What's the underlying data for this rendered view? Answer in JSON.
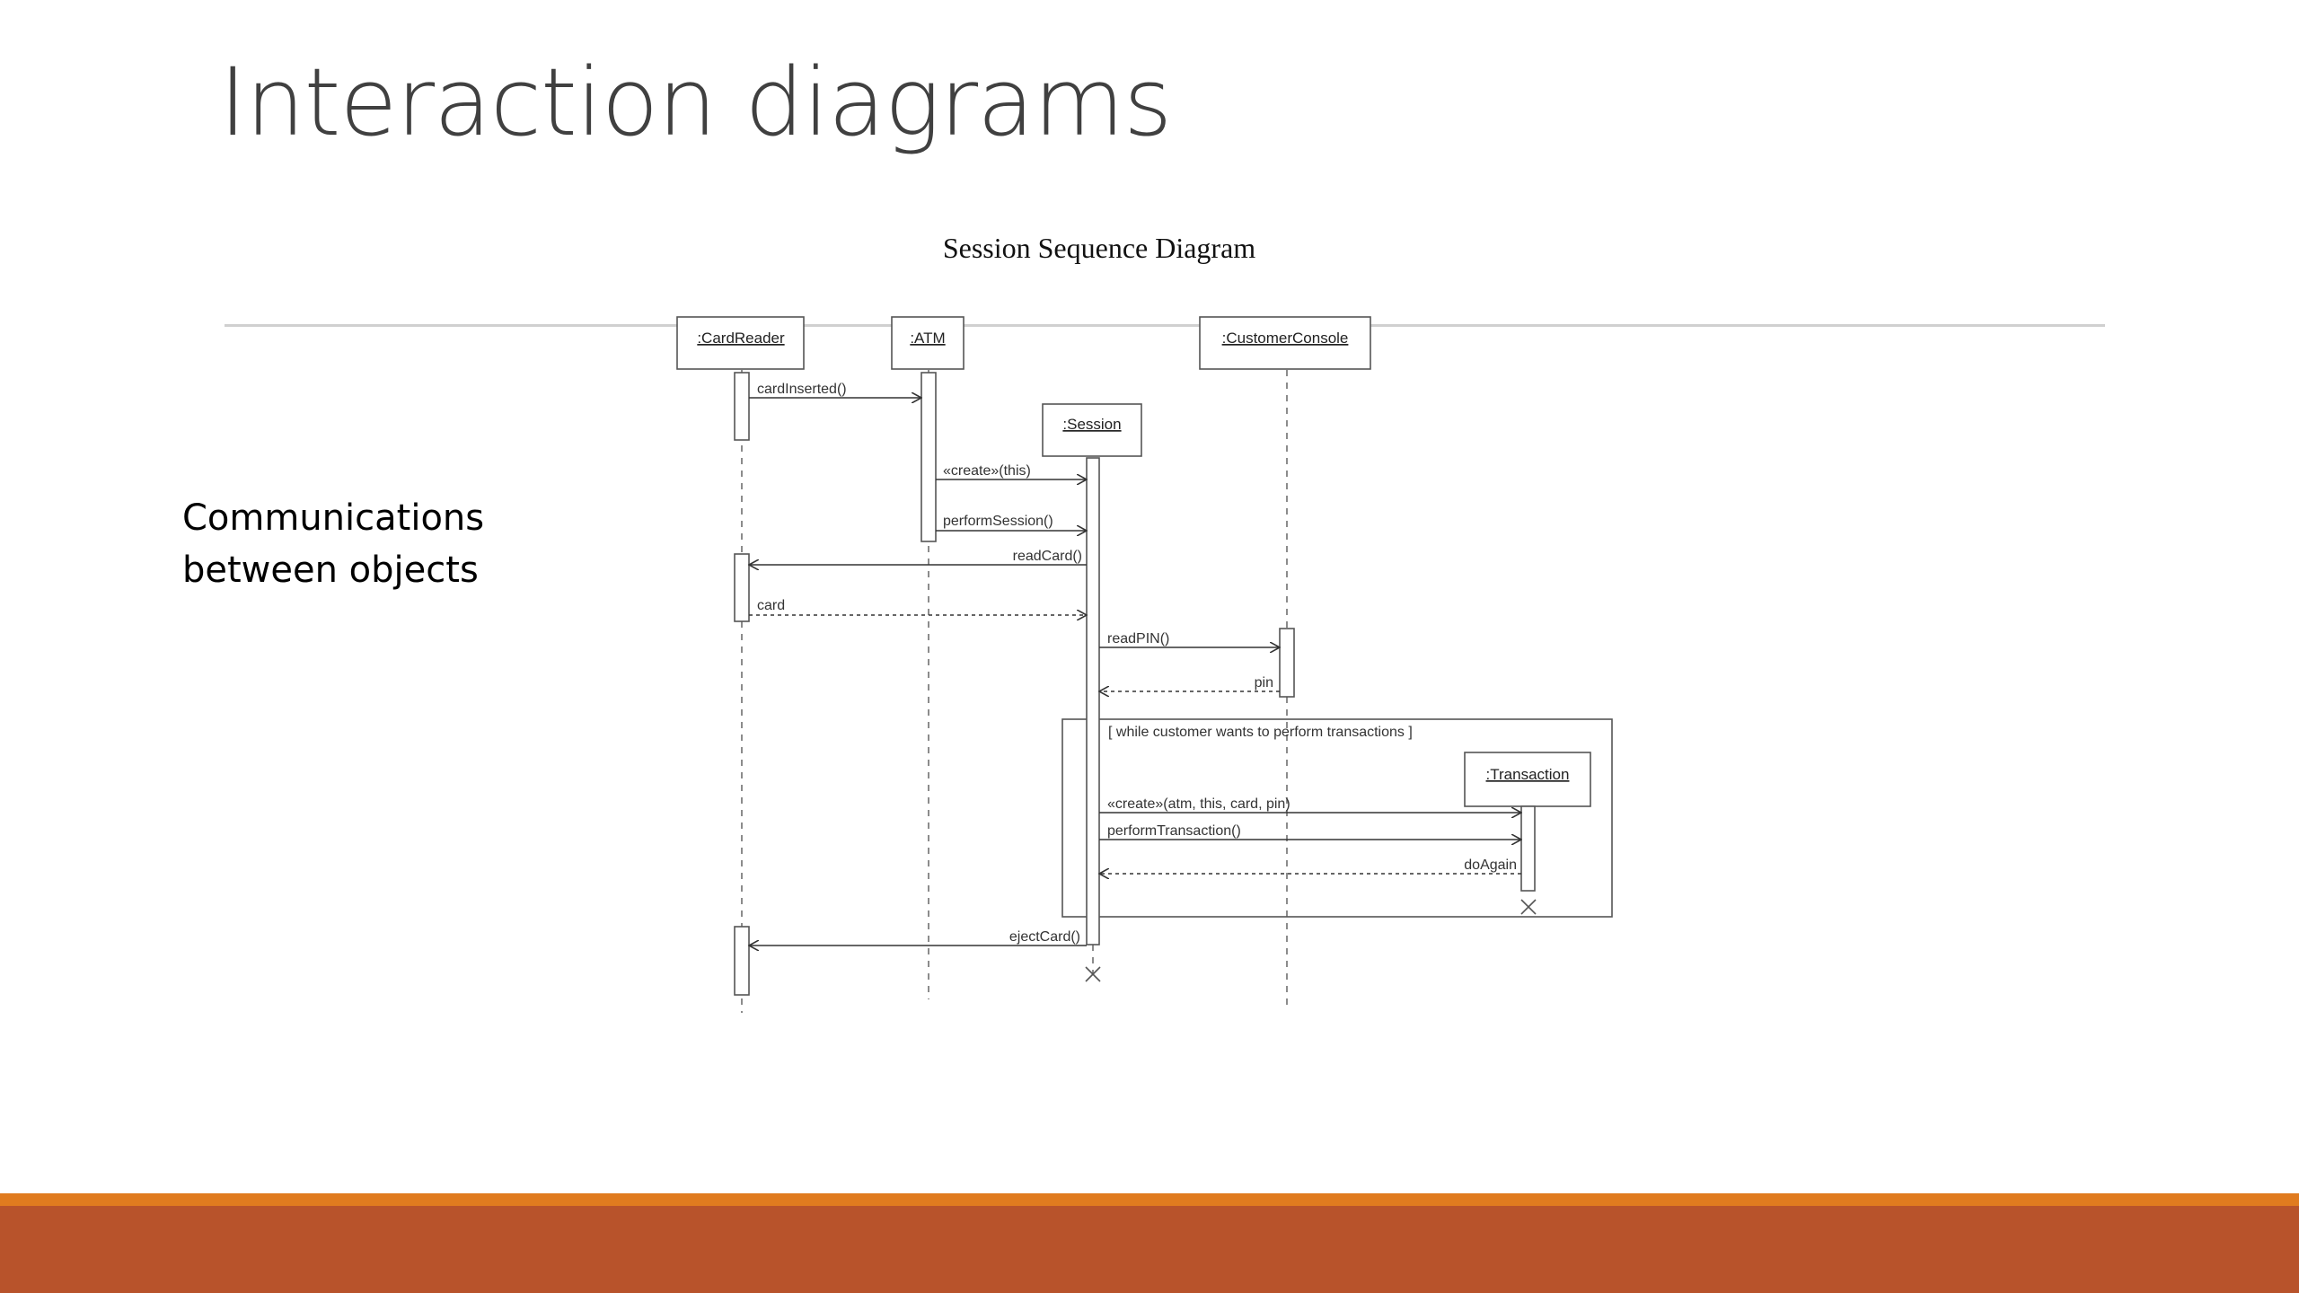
{
  "slide": {
    "title": "Interaction diagrams",
    "side_text": [
      "Communications",
      "between objects"
    ]
  },
  "diagram": {
    "title": "Session Sequence Diagram",
    "objects": [
      ":CardReader",
      ":ATM",
      ":Session",
      ":CustomerConsole",
      ":Transaction"
    ],
    "messages": [
      "cardInserted()",
      "«create»(this)",
      "performSession()",
      "readCard()",
      "card",
      "readPIN()",
      "pin",
      "«create»(atm, this, card, pin)",
      "performTransaction()",
      "doAgain",
      "ejectCard()"
    ],
    "loop_guard": "[ while customer wants to perform transactions ]"
  },
  "colors": {
    "title_text": "#404040",
    "footer_orange": "#e07b1f",
    "footer_rust": "#b8532b",
    "diagram_line": "#333333"
  }
}
